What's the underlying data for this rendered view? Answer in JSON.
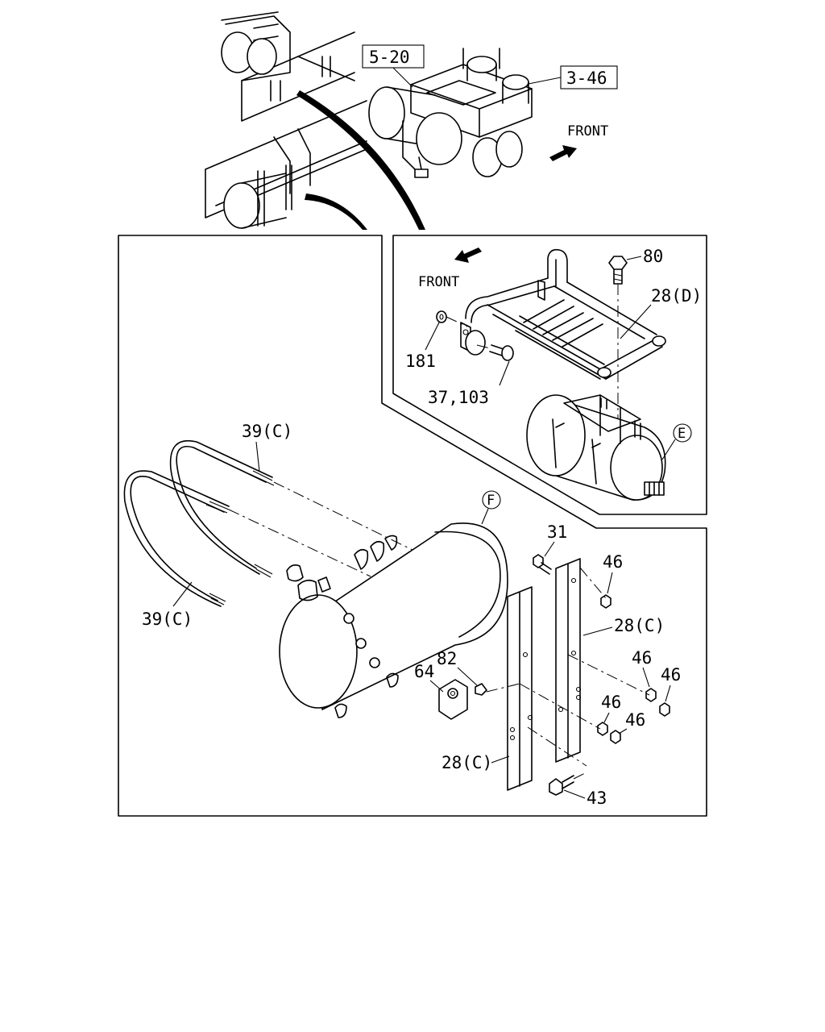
{
  "refs": {
    "ref_5_20": "5-20",
    "ref_3_46": "3-46"
  },
  "front_top": "FRONT",
  "front_detail": "FRONT",
  "callouts": {
    "c80": "80",
    "c28d": "28(D)",
    "c181": "181",
    "c37_103": "37,103",
    "cE": "E",
    "c39c_top": "39(C)",
    "c39c_left": "39(C)",
    "cF": "F",
    "c31": "31",
    "c46_a": "46",
    "c28c_right": "28(C)",
    "c46_b": "46",
    "c46_c": "46",
    "c64": "64",
    "c82": "82",
    "c46_d": "46",
    "c46_e": "46",
    "c28c_bottom": "28(C)",
    "c43": "43"
  }
}
